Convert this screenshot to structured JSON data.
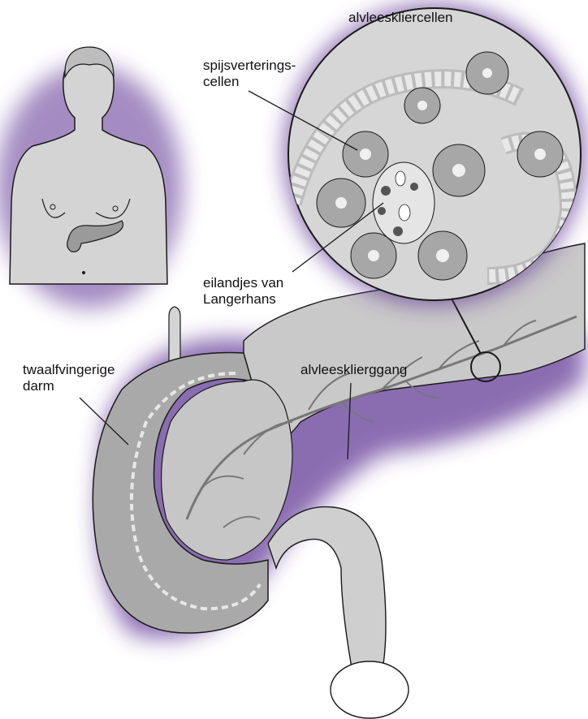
{
  "labels": {
    "pancreas_cells": "alvleeskliercellen",
    "digestive_cells_line1": "spijsverterings-",
    "digestive_cells_line2": "cellen",
    "islets_line1": "eilandjes van",
    "islets_line2": "Langerhans",
    "duodenum_line1": "twaalfvingerige",
    "duodenum_line2": "darm",
    "pancreatic_duct": "alvleesklierggang"
  },
  "colors": {
    "glow": "#5a2d91",
    "tissue": "#c9c9c9",
    "tissue_dark": "#8f8f8f",
    "outline": "#1a1a1a",
    "skin": "#d2d2d2",
    "white": "#ffffff"
  }
}
